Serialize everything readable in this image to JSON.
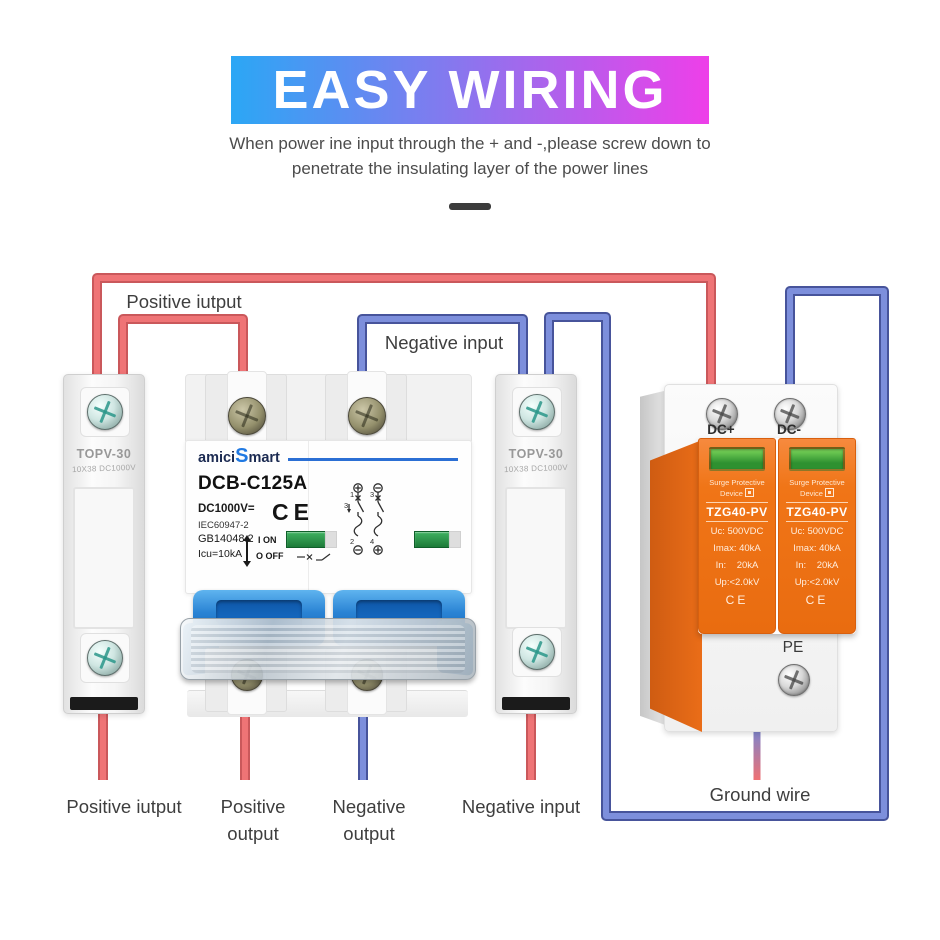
{
  "banner": {
    "title": "EASY WIRING"
  },
  "subtitle": {
    "line1": "When power ine input through the + and -,please screw down to",
    "line2": "penetrate the insulating layer of the power lines"
  },
  "fuse": {
    "model": "TOPV-30",
    "spec": "10X38 DC1000V"
  },
  "breaker": {
    "brand_prefix": "amici",
    "brand_s": "S",
    "brand_suffix": "mart",
    "model": "DCB-C125A",
    "voltage": "DC1000V=",
    "standard1": "IEC60947-2",
    "standard2": "GB14048.2",
    "breaking_capacity": "Icu=10kA",
    "on_label": "I ON",
    "off_label": "O OFF",
    "ce": "CE",
    "schematic": {
      "p1": "1",
      "p2": "2",
      "p3": "3",
      "p4": "4",
      "trip": "3"
    }
  },
  "spd": {
    "terminal_plus": "DC+",
    "terminal_minus": "DC-",
    "pe": "PE",
    "module": {
      "type_line1": "Surge Protective",
      "type_line2": "Device",
      "model": "TZG40-PV",
      "uc": "Uc: 500VDC",
      "imax": "Imax: 40kA",
      "inom": "In:    20kA",
      "up": "Up:<2.0kV",
      "ce": "CE"
    }
  },
  "labels": {
    "positive_input_top": "Positive iutput",
    "negative_input_top": "Negative input",
    "positive_input_bottom": "Positive iutput",
    "positive_output": "Positive output",
    "negative_output": "Negative output",
    "negative_input_bottom": "Negative input",
    "ground_wire": "Ground wire"
  },
  "colors": {
    "banner_blue": "#2ba7f5",
    "banner_magenta": "#ee3fe9",
    "wire_red": "#ef7476",
    "wire_blue": "#7d8fdc",
    "device_orange": "#ee7519",
    "indicator_green": "#2f9e4e"
  }
}
